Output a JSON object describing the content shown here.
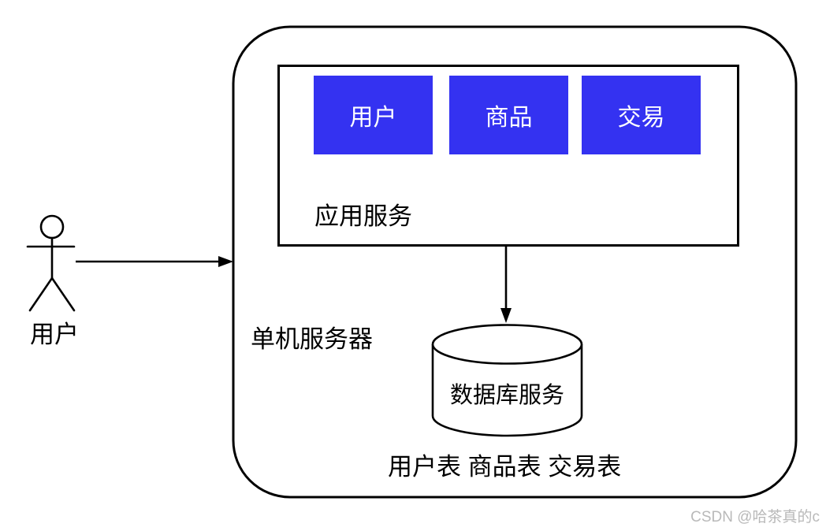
{
  "diagram": {
    "actor": {
      "label": "用户"
    },
    "server": {
      "label": "单机服务器",
      "app_service": {
        "label": "应用服务",
        "modules": [
          {
            "label": "用户"
          },
          {
            "label": "商品"
          },
          {
            "label": "交易"
          }
        ]
      },
      "database": {
        "label": "数据库服务"
      },
      "tables_caption": "用户表 商品表 交易表"
    },
    "connections": [
      {
        "from": "actor",
        "to": "single-server",
        "direction": "right"
      },
      {
        "from": "app-service",
        "to": "database",
        "direction": "down"
      }
    ],
    "colors": {
      "module-fill": "#3432f1",
      "module-text": "#ffffff",
      "stroke": "#000000",
      "watermark": "#b9b9b9"
    }
  },
  "watermark": {
    "text": "CSDN @哈茶真的c"
  }
}
